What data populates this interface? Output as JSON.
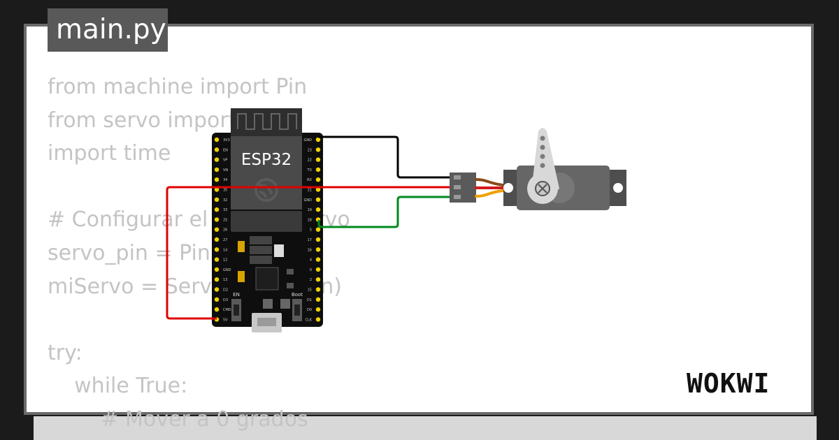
{
  "tab": {
    "title": "main.py"
  },
  "code": {
    "lines": [
      "from machine import Pin",
      "from servo import Servo",
      "import time",
      "",
      "# Configurar el pin del servo",
      "servo_pin = Pin(13)",
      "miServo = Servo(servo_pin)",
      "",
      "try:",
      "    while True:",
      "        # Mover a 0 grados"
    ]
  },
  "board": {
    "name": "ESP32",
    "en_label": "EN",
    "boot_label": "Boot",
    "left_pins": [
      "3V3",
      "EN",
      "VP",
      "VN",
      "34",
      "35",
      "32",
      "33",
      "25",
      "26",
      "27",
      "14",
      "12",
      "GND",
      "13",
      "D2",
      "D3",
      "CMD",
      "5V"
    ],
    "right_pins": [
      "GND",
      "23",
      "22",
      "TX",
      "RX",
      "21",
      "GND",
      "19",
      "18",
      "5",
      "17",
      "16",
      "4",
      "0",
      "2",
      "15",
      "D1",
      "D0",
      "CLK"
    ]
  },
  "servo": {
    "wire_colors": [
      "#8a4a1a",
      "#d21c1c",
      "#f0a000"
    ]
  },
  "wires": {
    "gnd": "#000000",
    "vcc": "#e00000",
    "signal": "#00891c"
  },
  "brand": {
    "name": "WOKWI"
  }
}
